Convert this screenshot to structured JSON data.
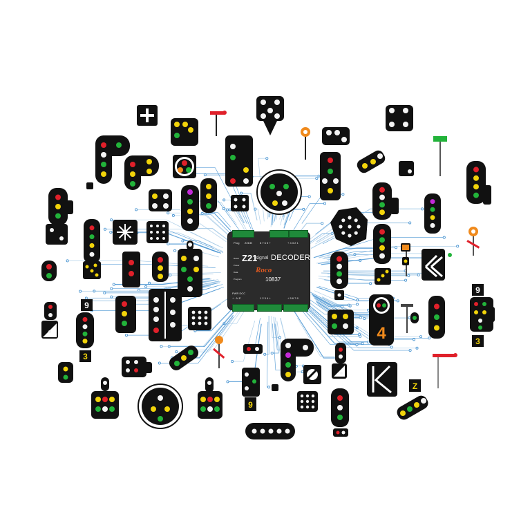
{
  "decoder": {
    "brand": "Z21",
    "signal_word": "signal",
    "decoder_word": "DECODER",
    "maker": "Roco",
    "model_number": "10837",
    "top_left_labels": [
      "Prog",
      "Z21/B"
    ],
    "top_right_labels": [
      "8 7 6 5 +",
      "+ 4 3 2 1"
    ],
    "bottom_left_labels": [
      "PWR DCC",
      "+  -  N  P"
    ],
    "bottom_right_labels": [
      "1 2 3 4 +",
      "+ 5 6 7 8"
    ],
    "side_labels": [
      "Reset",
      "Power",
      "Data",
      "Program"
    ]
  },
  "signal_numbers": {
    "left_top": "9",
    "left_bottom": "3",
    "right_top": "9",
    "right_bottom": "3",
    "center_four": "4",
    "bottom_nine": "9",
    "z_sign": "Z"
  },
  "colors": {
    "background": "#ffffff",
    "signal_body": "#111111",
    "led_red": "#e0202a",
    "led_green": "#22b33a",
    "led_yellow": "#f2d40a",
    "led_white": "#f4f4f4",
    "led_purple": "#c42ad8",
    "led_orange": "#f08a1c",
    "number_yellow": "#f2d40a",
    "number_orange": "#f08a1c",
    "circuit_blue": "#3f8fcf",
    "terminal_green": "#1f8a3a"
  }
}
